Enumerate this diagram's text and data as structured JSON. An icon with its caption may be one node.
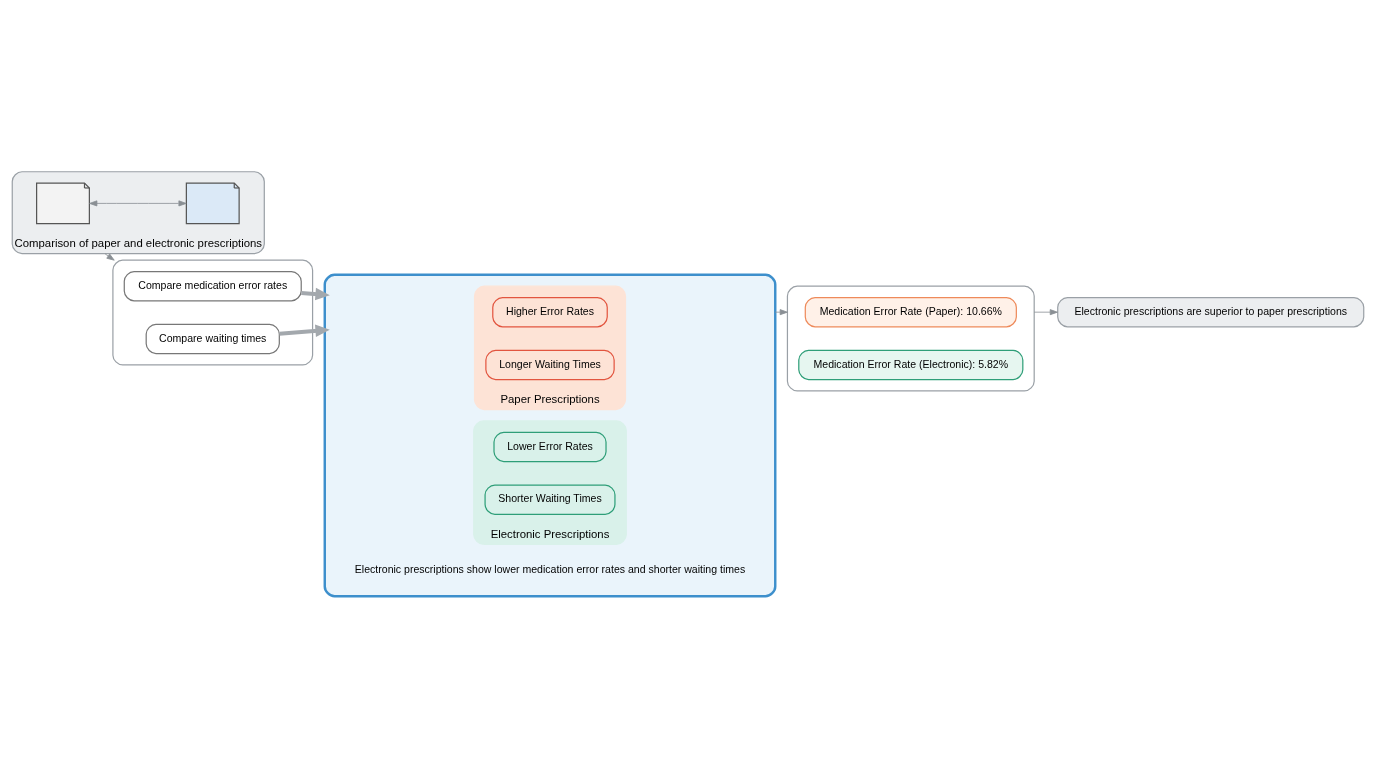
{
  "diagram": {
    "nodes": [
      {
        "text": [
          "Comparison of paper and electronic prescriptions"
        ]
      },
      {
        "text": [],
        "shape": "picture",
        "in": 0
      },
      {
        "text": [],
        "shape": "picture",
        "in": 0
      },
      {
        "text": [],
        "shape": "box"
      },
      {
        "text": [
          "Compare medication error rates"
        ],
        "in": 3
      },
      {
        "text": [
          "Compare waiting times"
        ],
        "in": 3
      },
      {
        "text": [],
        "shape": "box"
      },
      {
        "text": [
          "Paper Prescriptions"
        ],
        "in": 6
      },
      {
        "text": [
          "Electronic Prescriptions"
        ],
        "in": 6
      },
      {
        "text": [
          "Higher Error Rates"
        ],
        "in": 7
      },
      {
        "text": [
          "Longer Waiting Times"
        ],
        "in": 7
      },
      {
        "text": [
          "Lower Error Rates"
        ],
        "in": 8
      },
      {
        "text": [
          "Shorter Waiting Times"
        ],
        "in": 8
      },
      {
        "text": [
          "Electronic prescriptions show lower medication error rates and shorter waiting times"
        ],
        "in": 6
      },
      {
        "text": [],
        "shape": "box"
      },
      {
        "text": [
          "Medication Error Rate (Paper): 10.66%"
        ],
        "in": 14
      },
      {
        "text": [
          "Medication Error Rate (Electronic): 5.82%"
        ],
        "in": 14
      },
      {
        "text": [
          "Electronic prescriptions are superior to paper prescriptions"
        ]
      }
    ],
    "edges": [
      {
        "from": 1,
        "to": 2,
        "arrow": "both"
      },
      {
        "from": 0,
        "to": 3,
        "arrow": "to"
      },
      {
        "from": 4,
        "to": 6,
        "arrow": "to",
        "style": "thick"
      },
      {
        "from": 5,
        "to": 6,
        "arrow": "to",
        "style": "thick"
      },
      {
        "from": 6,
        "to": 14,
        "arrow": "to"
      },
      {
        "from": 14,
        "to": 17,
        "arrow": "to"
      }
    ]
  }
}
